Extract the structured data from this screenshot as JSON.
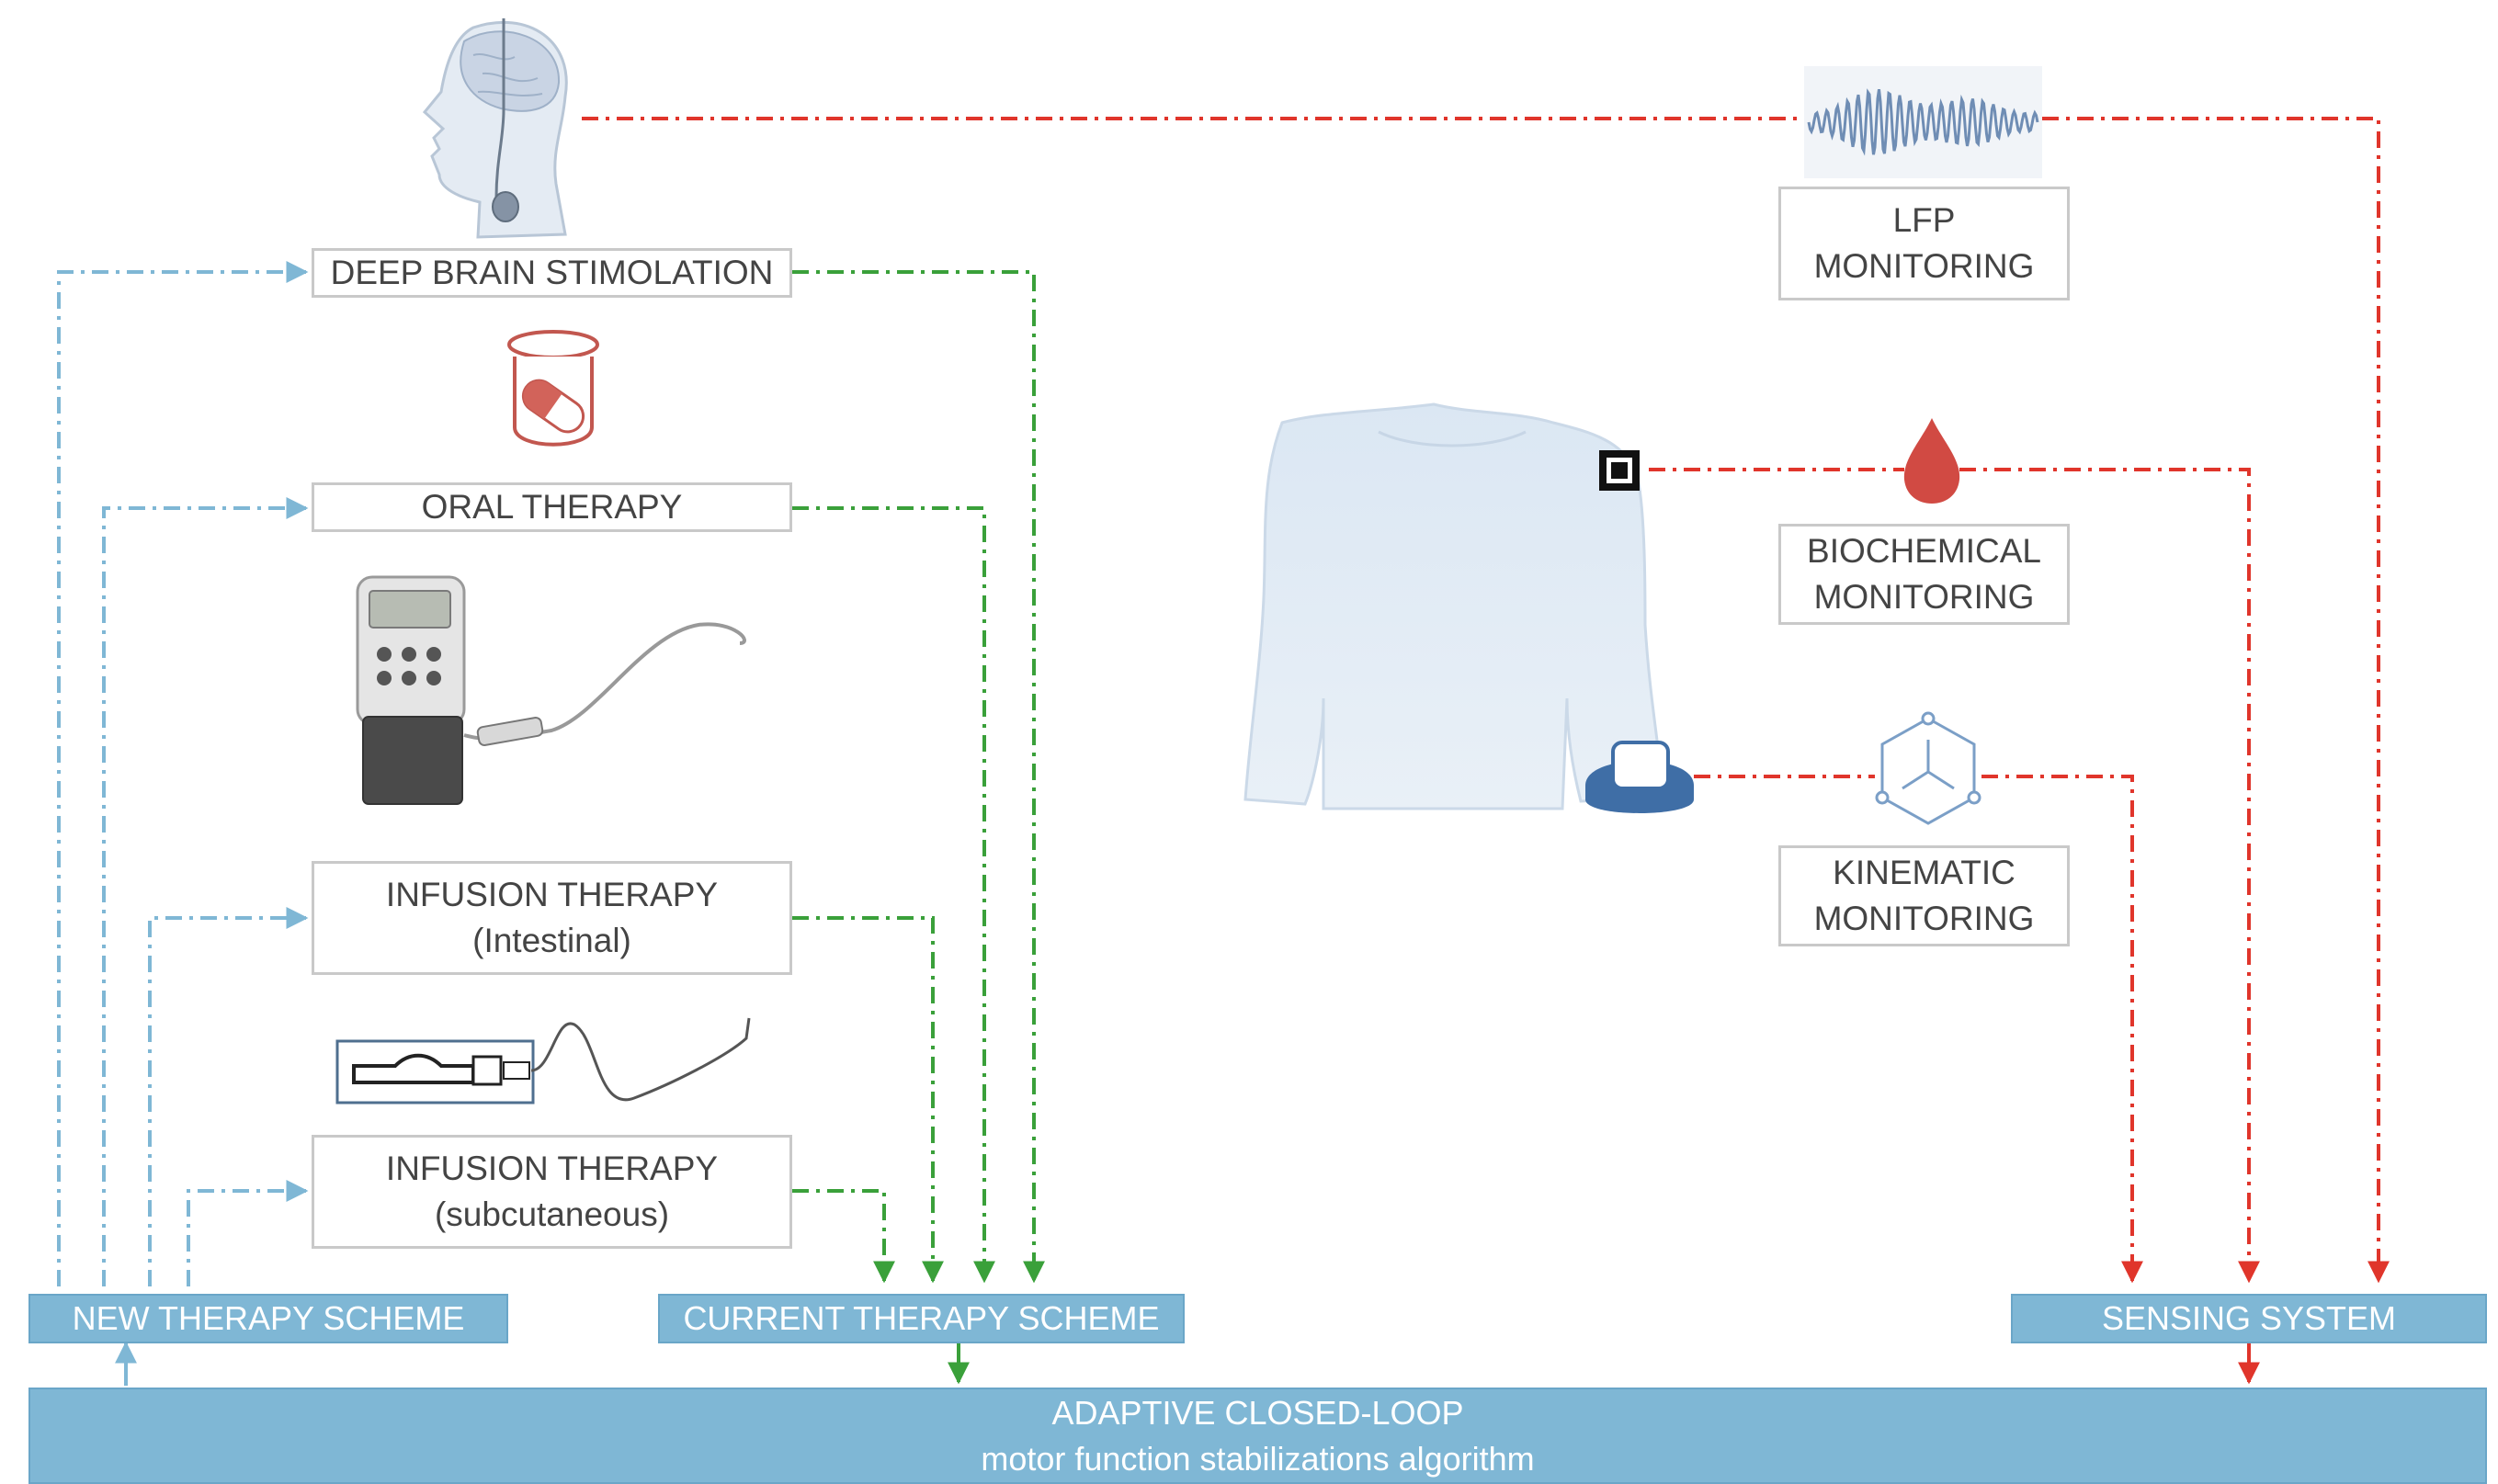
{
  "colors": {
    "blue": "#7fb7d5",
    "green": "#3aa03a",
    "red": "#e0352b",
    "box_border": "#c9c9c9",
    "text": "#444444"
  },
  "therapies": {
    "dbs": "DEEP BRAIN STIMOLATION",
    "oral": "ORAL THERAPY",
    "infusion_intestinal": [
      "INFUSION THERAPY",
      "(Intestinal)"
    ],
    "infusion_subcutaneous": [
      "INFUSION THERAPY",
      "(subcutaneous)"
    ]
  },
  "monitoring": {
    "lfp": [
      "LFP",
      "MONITORING"
    ],
    "biochemical": [
      "BIOCHEMICAL",
      "MONITORING"
    ],
    "kinematic": [
      "KINEMATIC",
      "MONITORING"
    ]
  },
  "schemes": {
    "new": "NEW THERAPY SCHEME",
    "current": "CURRENT THERAPY SCHEME",
    "sensing": "SENSING SYSTEM"
  },
  "algorithm": {
    "title": "ADAPTIVE CLOSED-LOOP",
    "subtitle": "motor function stabilizations algorithm"
  },
  "icons": [
    "head-with-dbs-implant-icon",
    "pill-jar-icon",
    "infusion-pump-icon",
    "subcutaneous-pump-icon",
    "lfp-wave-icon",
    "torso-icon",
    "sensor-chip-icon",
    "blood-drop-icon",
    "wrist-sensor-icon",
    "kinematic-axes-icon"
  ]
}
